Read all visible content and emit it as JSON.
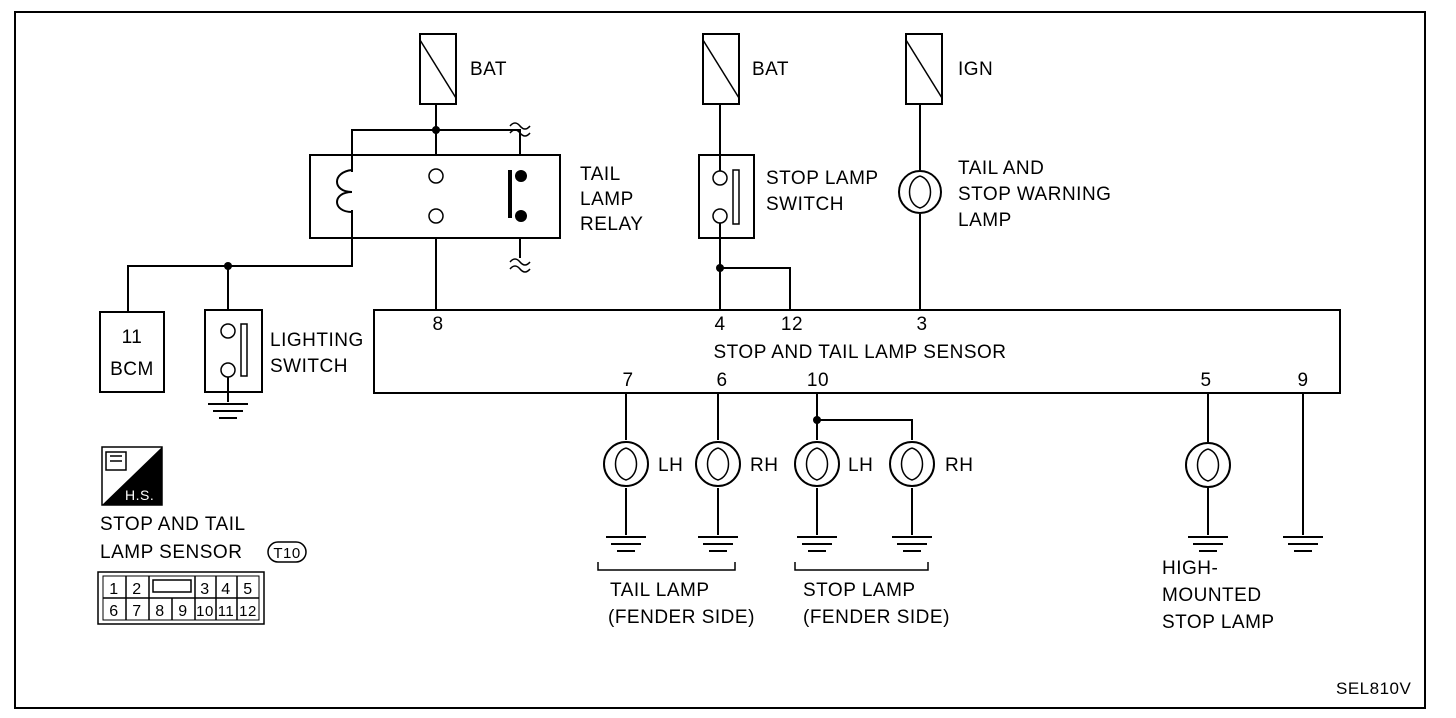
{
  "fuses": {
    "bat1": "BAT",
    "bat2": "BAT",
    "ign": "IGN"
  },
  "relay": {
    "label_line1": "TAIL",
    "label_line2": "LAMP",
    "label_line3": "RELAY"
  },
  "stop_switch": {
    "label_line1": "STOP LAMP",
    "label_line2": "SWITCH"
  },
  "warning_lamp": {
    "label_line1": "TAIL AND",
    "label_line2": "STOP WARNING",
    "label_line3": "LAMP"
  },
  "bcm": {
    "pin": "11",
    "label": "BCM"
  },
  "lighting_switch": {
    "label_line1": "LIGHTING",
    "label_line2": "SWITCH"
  },
  "sensor": {
    "label": "STOP AND TAIL LAMP SENSOR",
    "top_pins": [
      "8",
      "4",
      "12",
      "3"
    ],
    "bottom_pins": [
      "7",
      "6",
      "10",
      "5",
      "9"
    ]
  },
  "lamps": {
    "tail_lh": "LH",
    "tail_rh": "RH",
    "stop_lh": "LH",
    "stop_rh": "RH"
  },
  "groups": {
    "tail_line1": "TAIL LAMP",
    "tail_line2": "(FENDER SIDE)",
    "stop_line1": "STOP LAMP",
    "stop_line2": "(FENDER SIDE)",
    "high_line1": "HIGH-",
    "high_line2": "MOUNTED",
    "high_line3": "STOP LAMP"
  },
  "connector": {
    "badge": "H.S.",
    "title_line1": "STOP AND TAIL",
    "title_line2": "LAMP SENSOR",
    "tag": "T10",
    "row1": [
      "1",
      "2",
      "",
      "3",
      "4",
      "5"
    ],
    "row2": [
      "6",
      "7",
      "8",
      "9",
      "10",
      "11",
      "12"
    ]
  },
  "figure_id": "SEL810V"
}
